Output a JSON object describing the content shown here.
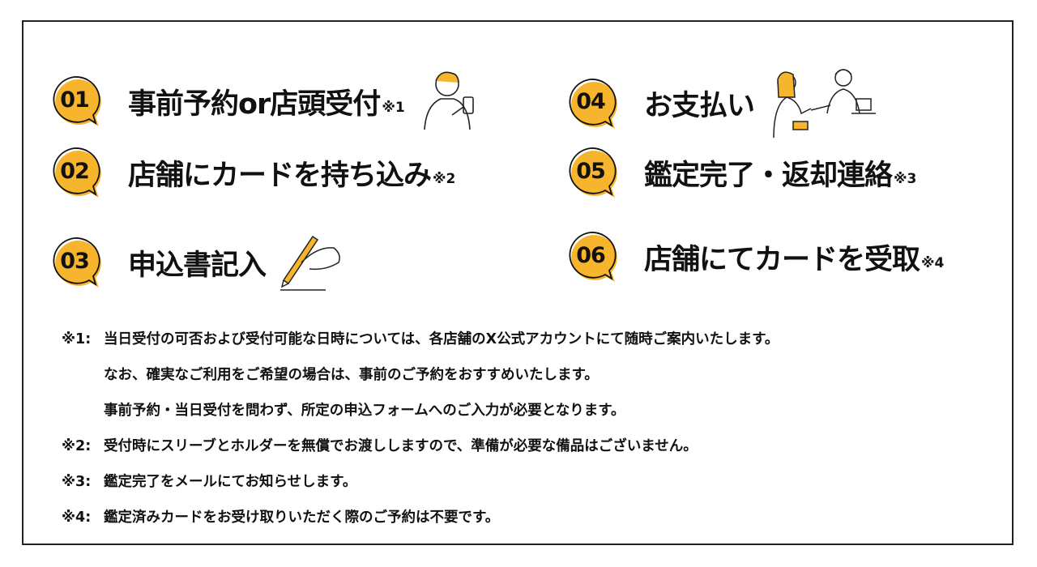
{
  "colors": {
    "badge": "#f6b52d",
    "text": "#111111",
    "border": "#222222"
  },
  "steps": [
    {
      "number": "01",
      "title": "事前予約or店頭受付",
      "note": "※1",
      "illustration": "person-with-smartphone-icon"
    },
    {
      "number": "02",
      "title": "店舗にカードを持ち込み",
      "note": "※2"
    },
    {
      "number": "03",
      "title": "申込書記入",
      "note": "",
      "illustration": "hand-writing-pen-icon"
    },
    {
      "number": "04",
      "title": "お支払い",
      "note": "",
      "illustration": "cashier-payment-icon"
    },
    {
      "number": "05",
      "title": "鑑定完了・返却連絡",
      "note": "※3"
    },
    {
      "number": "06",
      "title": "店舗にてカードを受取",
      "note": "※4"
    }
  ],
  "notes": [
    {
      "label": "※1:",
      "lines": [
        "当日受付の可否および受付可能な日時については、各店舗のX公式アカウントにて随時ご案内いたします。",
        "なお、確実なご利用をご希望の場合は、事前のご予約をおすすめいたします。",
        "事前予約・当日受付を問わず、所定の申込フォームへのご入力が必要となります。"
      ]
    },
    {
      "label": "※2:",
      "lines": [
        "受付時にスリーブとホルダーを無償でお渡ししますので、準備が必要な備品はございません。"
      ]
    },
    {
      "label": "※3:",
      "lines": [
        "鑑定完了をメールにてお知らせします。"
      ]
    },
    {
      "label": "※4:",
      "lines": [
        "鑑定済みカードをお受け取りいただく際のご予約は不要です。"
      ]
    }
  ]
}
